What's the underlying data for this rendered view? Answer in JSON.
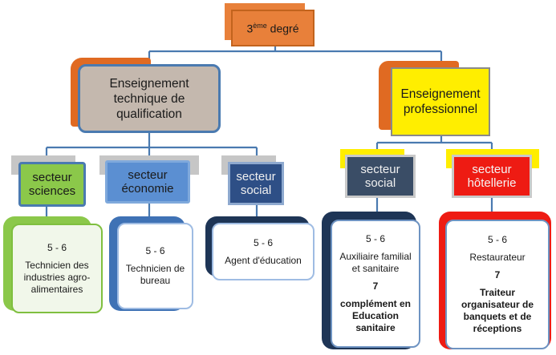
{
  "top": {
    "prefix": "3",
    "sup": "ème",
    "suffix": " degré"
  },
  "branches": [
    {
      "title": [
        "Enseignement",
        "technique de",
        "qualification"
      ],
      "colors": {
        "fill": "#c4b8ae",
        "back": "#e06a22"
      },
      "sectors": [
        {
          "label": [
            "secteur",
            "sciences"
          ],
          "detail": {
            "years": "5 - 6",
            "lines": [
              "Technicien des",
              "industries agro-",
              "alimentaires"
            ]
          }
        },
        {
          "label": [
            "secteur",
            "économie"
          ],
          "detail": {
            "years": "5 - 6",
            "lines": [
              "Technicien de",
              "bureau"
            ]
          }
        },
        {
          "label": [
            "secteur",
            "social"
          ],
          "detail": {
            "years": "5 - 6",
            "lines": [
              "Agent d'éducation"
            ]
          }
        }
      ]
    },
    {
      "title": [
        "Enseignement",
        "professionnel"
      ],
      "colors": {
        "fill": "#ffee00",
        "back": "#e06a22"
      },
      "sectors": [
        {
          "label": [
            "secteur",
            "social"
          ],
          "detail": {
            "years": "5 - 6",
            "lines": [
              "Auxiliaire familial",
              "et sanitaire"
            ],
            "year7": "7",
            "lines7": [
              "complément en",
              "Education",
              "sanitaire"
            ]
          }
        },
        {
          "label": [
            "secteur",
            "hôtellerie"
          ],
          "detail": {
            "years": "5 - 6",
            "lines": [
              "Restaurateur"
            ],
            "year7": "7",
            "lines7": [
              "Traiteur",
              "organisateur de",
              "banquets et de",
              "réceptions"
            ]
          }
        }
      ]
    }
  ],
  "colors": {
    "connector": "#4a7ab0",
    "orange": "#e8803a",
    "sciences": "#8bc84a",
    "economie": "#5b8fd2",
    "social_qualif": "#2e4f86",
    "social_pro": "#3a4d66",
    "hotellerie": "#ee1b13",
    "yellow": "#ffee00"
  }
}
